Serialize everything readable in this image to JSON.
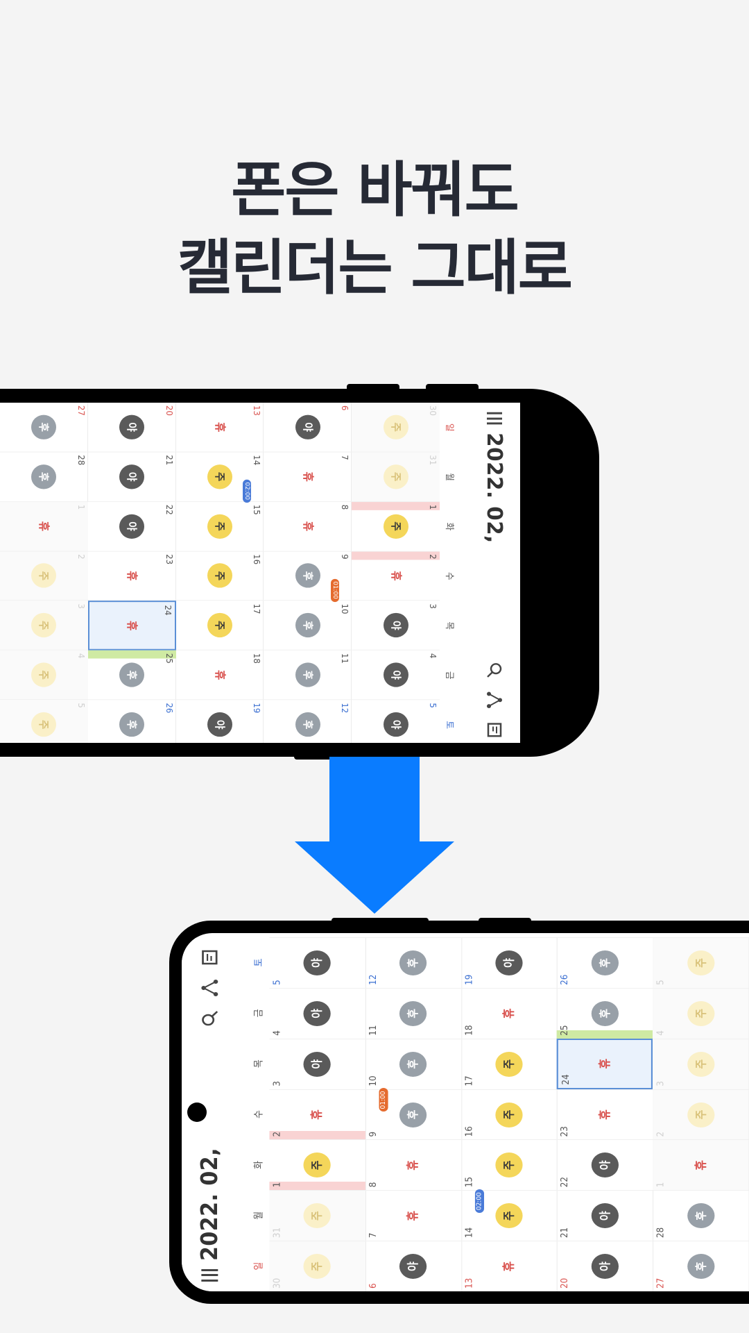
{
  "headline": {
    "line1": "폰은 바꿔도",
    "line2": "캘린더는 그대로"
  },
  "calendar": {
    "title": "2022. 02",
    "weekdays": [
      "일",
      "월",
      "화",
      "수",
      "목",
      "금",
      "토"
    ],
    "weeks": [
      [
        {
          "d": "30",
          "b": "주",
          "k": "faint",
          "dim": true
        },
        {
          "d": "31",
          "b": "주",
          "k": "faint",
          "dim": true
        },
        {
          "d": "1",
          "b": "주",
          "k": "yel",
          "hol": true
        },
        {
          "d": "2",
          "b": "휴",
          "k": "off",
          "hol": true
        },
        {
          "d": "3",
          "b": "야",
          "k": "dark"
        },
        {
          "d": "4",
          "b": "야",
          "k": "dark"
        },
        {
          "d": "5",
          "b": "야",
          "k": "dark"
        }
      ],
      [
        {
          "d": "6",
          "b": "야",
          "k": "dark"
        },
        {
          "d": "7",
          "b": "휴",
          "k": "off"
        },
        {
          "d": "8",
          "b": "휴",
          "k": "off"
        },
        {
          "d": "9",
          "b": "후",
          "k": "gray",
          "tag": "01:00",
          "tc": "orange"
        },
        {
          "d": "10",
          "b": "후",
          "k": "gray"
        },
        {
          "d": "11",
          "b": "후",
          "k": "gray"
        },
        {
          "d": "12",
          "b": "후",
          "k": "gray"
        }
      ],
      [
        {
          "d": "13",
          "b": "휴",
          "k": "off"
        },
        {
          "d": "14",
          "b": "주",
          "k": "yel",
          "tag": "02:00",
          "tc": "blue"
        },
        {
          "d": "15",
          "b": "주",
          "k": "yel"
        },
        {
          "d": "16",
          "b": "주",
          "k": "yel"
        },
        {
          "d": "17",
          "b": "주",
          "k": "yel"
        },
        {
          "d": "18",
          "b": "휴",
          "k": "off"
        },
        {
          "d": "19",
          "b": "야",
          "k": "dark"
        }
      ],
      [
        {
          "d": "20",
          "b": "야",
          "k": "dark"
        },
        {
          "d": "21",
          "b": "야",
          "k": "dark"
        },
        {
          "d": "22",
          "b": "야",
          "k": "dark"
        },
        {
          "d": "23",
          "b": "휴",
          "k": "off"
        },
        {
          "d": "24",
          "b": "휴",
          "k": "off",
          "sel": true
        },
        {
          "d": "25",
          "b": "후",
          "k": "gray",
          "green": true
        },
        {
          "d": "26",
          "b": "후",
          "k": "gray"
        }
      ],
      [
        {
          "d": "27",
          "b": "후",
          "k": "gray"
        },
        {
          "d": "28",
          "b": "후",
          "k": "gray"
        },
        {
          "d": "1",
          "b": "휴",
          "k": "off",
          "dim": true
        },
        {
          "d": "2",
          "b": "주",
          "k": "faint",
          "dim": true
        },
        {
          "d": "3",
          "b": "주",
          "k": "faint",
          "dim": true
        },
        {
          "d": "4",
          "b": "주",
          "k": "faint",
          "dim": true
        },
        {
          "d": "5",
          "b": "주",
          "k": "faint",
          "dim": true
        }
      ]
    ]
  },
  "icons": [
    "search-icon",
    "share-icon",
    "memo-icon"
  ],
  "colors": {
    "arrow": "#0a7cff",
    "selected_border": "#5b8fd6",
    "holiday": "#f9d3d3",
    "accent_green": "#cfeaa3"
  }
}
